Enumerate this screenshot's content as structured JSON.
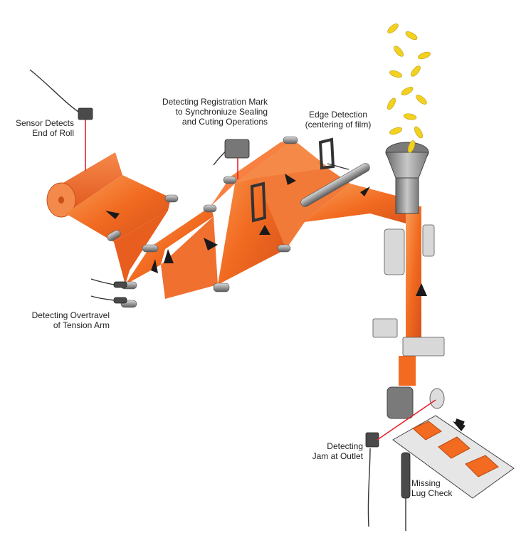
{
  "colors": {
    "film": "#f26b21",
    "film_dark": "#d4501a",
    "film_light": "#f8a05a",
    "roller": "#9a9a9a",
    "sensor": "#4a4a4a",
    "beam": "#e8202a",
    "chips": "#f2d21e",
    "arrow": "#1a1a1a",
    "text": "#222222"
  },
  "labels": {
    "end_of_roll": {
      "line1": "Sensor Detects",
      "line2": "End of Roll"
    },
    "registration": {
      "line1": "Detecting Registration Mark",
      "line2": "to  Synchroniuze Sealing",
      "line3": "and Cuting Operations"
    },
    "edge": {
      "line1": "Edge Detection",
      "line2": "(centering of film)"
    },
    "overtravel": {
      "line1": "Detecting Overtravel",
      "line2": "of Tension Arm"
    },
    "jam": {
      "line1": "Detecting",
      "line2": "Jam at Outlet"
    },
    "lug": {
      "line1": "Missing",
      "line2": "Lug Check"
    }
  },
  "icons": [
    "film-roll-icon",
    "sensor-icon",
    "fork-sensor-icon",
    "chips-icon",
    "funnel-icon",
    "conveyor-icon",
    "direction-arrow-icon"
  ]
}
